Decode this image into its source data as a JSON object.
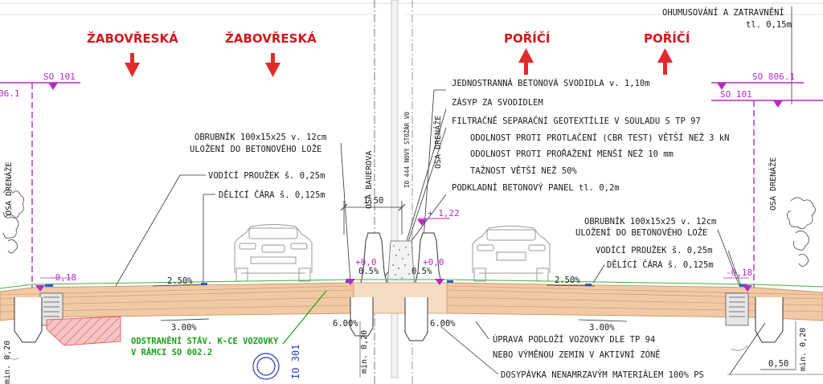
{
  "directions": {
    "left_1": "ŽABOVŘESKÁ",
    "left_2": "ŽABOVŘESKÁ",
    "right_1": "POŘÍČÍ",
    "right_2": "POŘÍČÍ"
  },
  "markers": {
    "so_left": "SO 101",
    "so_left_partial": "06.1",
    "so_right_top": "SO 806.1",
    "so_right": "SO 101",
    "io": "IO 301"
  },
  "axes": {
    "bauerova": "OSA BAUEROVA",
    "stozar": "IO 444 NOVÝ STOŽÁR VO",
    "drenaze_center": "OSA DRENÁŽE",
    "drenaze_left": "OSA DRENÁŽE",
    "drenaze_right": "OSA DRENÁŽE"
  },
  "notes": {
    "humus_1": "OHUMUSOVÁNÍ A ZATRAVNĚNÍ",
    "humus_2": "tl. 0,15m",
    "svodidla": "JEDNOSTRANNÁ BETONOVÁ SVODIDLA v. 1,10m",
    "zasyp": "ZÁSYP ZA SVODIDLEM",
    "geotext": "FILTRAČNĚ SEPARAČNÍ GEOTEXTÍLIE V SOULADU S TP 97",
    "odolnost_1": "ODOLNOST PROTI PROTLAČENÍ (CBR TEST) VĚTŠÍ NEŽ 3 kN",
    "odolnost_2": "ODOLNOST PROTI PROŘAŽENÍ MENŠÍ NEŽ 10 mm",
    "taznost": "TAŽNOST VĚTŠÍ NEŽ 50%",
    "panel": "PODKLADNÍ BETONOVÝ PANEL tl. 0,2m",
    "obrubnik_l_1": "OBRUBNÍK 100x15x25 v. 12cm",
    "obrubnik_l_2": "ULOŽENÍ DO BETONOVÉHO LOŽE",
    "vodici_l": "VODÍCÍ PROUŽEK š. 0,25m",
    "delici_l": "DĚLÍCÍ ČÁRA š. 0,125m",
    "obrubnik_r_1": "OBRUBNÍK 100x15x25 v. 12cm",
    "obrubnik_r_2": "ULOŽENÍ DO BETONOVÉHO LOŽE",
    "vodici_r": "VODÍCÍ PROUŽEK š. 0,25m",
    "delici_r": "DĚLÍCÍ ČÁRA š. 0,125m",
    "odstraneni_1": "ODSTRANĚNÍ STÁV. K-CE VOZOVKY",
    "odstraneni_2": "V RÁMCI SO 002.2",
    "uprava_1": "ÚPRAVA PODLOŽÍ VOZOVKY DLE TP 94",
    "uprava_2": "NEBO VÝMĚNOU ZEMIN V AKTIVNÍ ZÓNĚ",
    "dosypavka": "DOSYPÁVKA NENAMRZAVÝM MATERIÁLEM 100% PS"
  },
  "dims": {
    "width_150": "1,50",
    "height_122": "+ 1,22",
    "slope_250_l": "2.50%",
    "slope_250_r": "2.50%",
    "slope_300_l": "3.00%",
    "slope_300_r": "3.00%",
    "slope_600_l": "6.00%",
    "slope_600_r": "6.00%",
    "slope_05_l": "0.5%",
    "slope_05_r": "0.5%",
    "lvl_m018_l": "-0,18",
    "lvl_m018_r": "-0,18",
    "lvl_p00_l": "+0,0",
    "lvl_p00_r": "+0,0",
    "min020_l": "min. 0,20",
    "min020_r": "min. 0,20",
    "min_edge": "min. 0,20",
    "w050": "0,50"
  },
  "colors": {
    "magenta": "#b42cc4",
    "red_text": "#d4161b",
    "green_text": "#16a316",
    "pavement": "#f2c9a5",
    "pavement_edge": "#c8956a"
  }
}
